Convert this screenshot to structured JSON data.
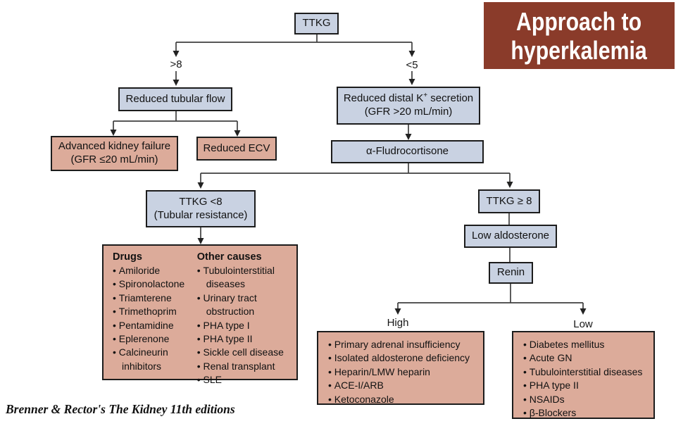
{
  "banner": {
    "line1": "Approach to",
    "line2": "hyperkalemia",
    "bg_color": "#8a3b2a",
    "text_color": "#ffffff"
  },
  "citation": "Brenner & Rector's The Kidney 11th editions",
  "colors": {
    "node_blue": "#c9d2e2",
    "node_pink": "#dcab9a",
    "border": "#1c1c1c",
    "connector": "#3f3f3f"
  },
  "nodes": {
    "ttkg": "TTKG",
    "branch_gt8": ">8",
    "branch_lt5": "<5",
    "reduced_tubular_flow": "Reduced tubular flow",
    "advanced_kidney_failure": {
      "line1": "Advanced kidney failure",
      "line2": "(GFR ≤20 mL/min)"
    },
    "reduced_ecv": "Reduced ECV",
    "reduced_distal_k": {
      "pre": "Reduced distal K",
      "sup": "+",
      "post": " secretion",
      "line2": "(GFR >20 mL/min)"
    },
    "fludrocortisone": "α-Fludrocortisone",
    "ttkg_lt8": {
      "line1": "TTKG <8",
      "line2": "(Tubular resistance)"
    },
    "ttkg_ge8": "TTKG ≥ 8",
    "low_aldosterone": "Low aldosterone",
    "renin": "Renin",
    "renin_high": "High",
    "renin_low": "Low"
  },
  "drugs_panel": {
    "col1_title": "Drugs",
    "col1_items": {
      "0": "Amiloride",
      "1": "Spironolactone",
      "2": "Triamterene",
      "3": "Trimethoprim",
      "4": "Pentamidine",
      "5": "Eplerenone",
      "6": "Calcineurin inhibitors"
    },
    "col2_title": "Other causes",
    "col2_items": {
      "0": "Tubulointerstitial diseases",
      "1": "Urinary tract obstruction",
      "2": "PHA type I",
      "3": "PHA type II",
      "4": "Sickle cell disease",
      "5": "Renal transplant",
      "6": "SLE"
    }
  },
  "high_renin_panel": {
    "items": {
      "0": "Primary adrenal insufficiency",
      "1": "Isolated aldosterone deficiency",
      "2": "Heparin/LMW heparin",
      "3": "ACE-I/ARB",
      "4": "Ketoconazole"
    }
  },
  "low_renin_panel": {
    "items": {
      "0": "Diabetes mellitus",
      "1": "Acute GN",
      "2": "Tubulointerstitial diseases",
      "3": "PHA type II",
      "4": "NSAIDs",
      "5": "β-Blockers"
    }
  }
}
